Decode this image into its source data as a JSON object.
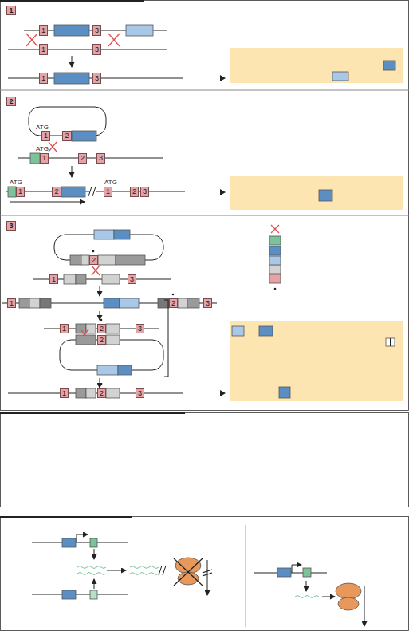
{
  "diagram": {
    "nodes": [
      {
        "text": [
          "1"
        ]
      },
      {
        "text": [
          "1"
        ]
      },
      {
        "text": [
          "3"
        ]
      },
      {
        "text": [
          "1"
        ]
      },
      {
        "text": [
          "3"
        ]
      },
      {
        "text": [
          "1"
        ]
      },
      {
        "text": [
          "3"
        ]
      },
      {
        "text": [
          "2"
        ]
      },
      {
        "text": [
          "1"
        ]
      },
      {
        "text": [
          "2"
        ]
      },
      {
        "text": [
          "1"
        ]
      },
      {
        "text": [
          "2"
        ]
      },
      {
        "text": [
          "3"
        ]
      },
      {
        "text": [
          "1"
        ]
      },
      {
        "text": [
          "2"
        ]
      },
      {
        "text": [
          "1"
        ]
      },
      {
        "text": [
          "2"
        ]
      },
      {
        "text": [
          "3"
        ]
      },
      {
        "text": [
          "3"
        ]
      },
      {
        "text": [
          "2"
        ]
      },
      {
        "text": [
          "1"
        ]
      },
      {
        "text": [
          "3"
        ]
      },
      {
        "text": [
          "1"
        ]
      },
      {
        "text": [
          "2"
        ]
      },
      {
        "text": [
          "3"
        ]
      },
      {
        "text": [
          "1"
        ]
      },
      {
        "text": [
          "2"
        ]
      },
      {
        "text": [
          "3"
        ]
      },
      {
        "text": [
          "2"
        ]
      },
      {
        "text": [
          "1"
        ]
      },
      {
        "text": [
          "2"
        ]
      },
      {
        "text": [
          "3"
        ]
      }
    ],
    "labels": [
      "ATG",
      "ATG",
      "ATG",
      "ATG"
    ]
  }
}
